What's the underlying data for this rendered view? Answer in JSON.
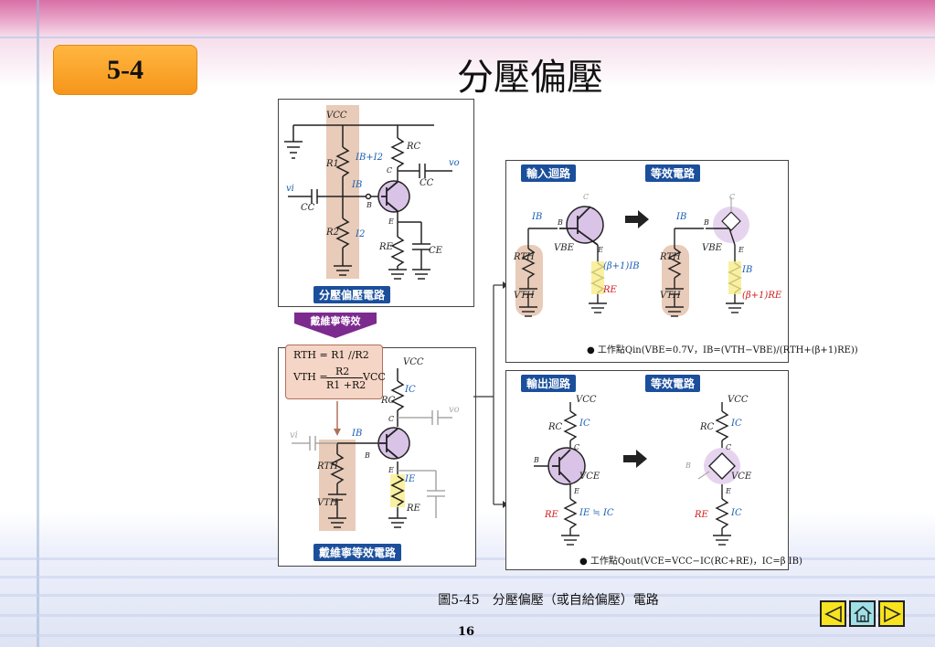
{
  "section_badge": "5-4",
  "slide_title": "分壓偏壓",
  "panel_labels": {
    "top_left": "分壓偏壓電路",
    "arrow": "戴維寧等效",
    "bottom_left": "戴維寧等效電路",
    "input_loop": "輸入迴路",
    "equivalent_1": "等效電路",
    "output_loop": "輸出迴路",
    "equivalent_2": "等效電路"
  },
  "formulas": {
    "rth": "RTH = R1 //R2",
    "vth_left": "VTH =",
    "vth_num": "R2",
    "vth_den": "R1 +R2",
    "vth_right": "VCC"
  },
  "operating_points": {
    "input": "● 工作點Qin(VBE=0.7V，IB=(VTH−VBE)/(RTH+(β+1)RE))",
    "output": "● 工作點Qout(VCE=VCC−IC(RC+RE)，IC=β IB)"
  },
  "circuit_labels": {
    "vcc": "VCC",
    "rc": "RC",
    "re": "RE",
    "r1": "R1",
    "r2": "R2",
    "cc": "CC",
    "ce": "CE",
    "vi": "vi",
    "vo": "vo",
    "ib": "IB",
    "i2": "I2",
    "ib_i2": "IB+I2",
    "ic": "IC",
    "ie": "IE",
    "rth": "RTH",
    "vth": "VTH",
    "vbe": "VBE",
    "vce": "VCE",
    "beta_ib": "(β+1)IB",
    "beta_re": "(β+1)RE",
    "ie_ic": "IE ≒ IC",
    "b": "B",
    "c": "C",
    "e": "E"
  },
  "caption": "圖5-45　分壓偏壓（或自給偏壓）電路",
  "page_number": "16",
  "nav": {
    "prev": "previous-slide",
    "home": "home",
    "next": "next-slide"
  },
  "colors": {
    "badge": "#f5961b",
    "tag": "#1b4f9c",
    "transistor": "#d9c3e6",
    "resistor_hi": "#f7ee8a",
    "bias_band": "#e8cbb8",
    "current": "#1a5fb4",
    "re_red": "#d11a1a"
  }
}
